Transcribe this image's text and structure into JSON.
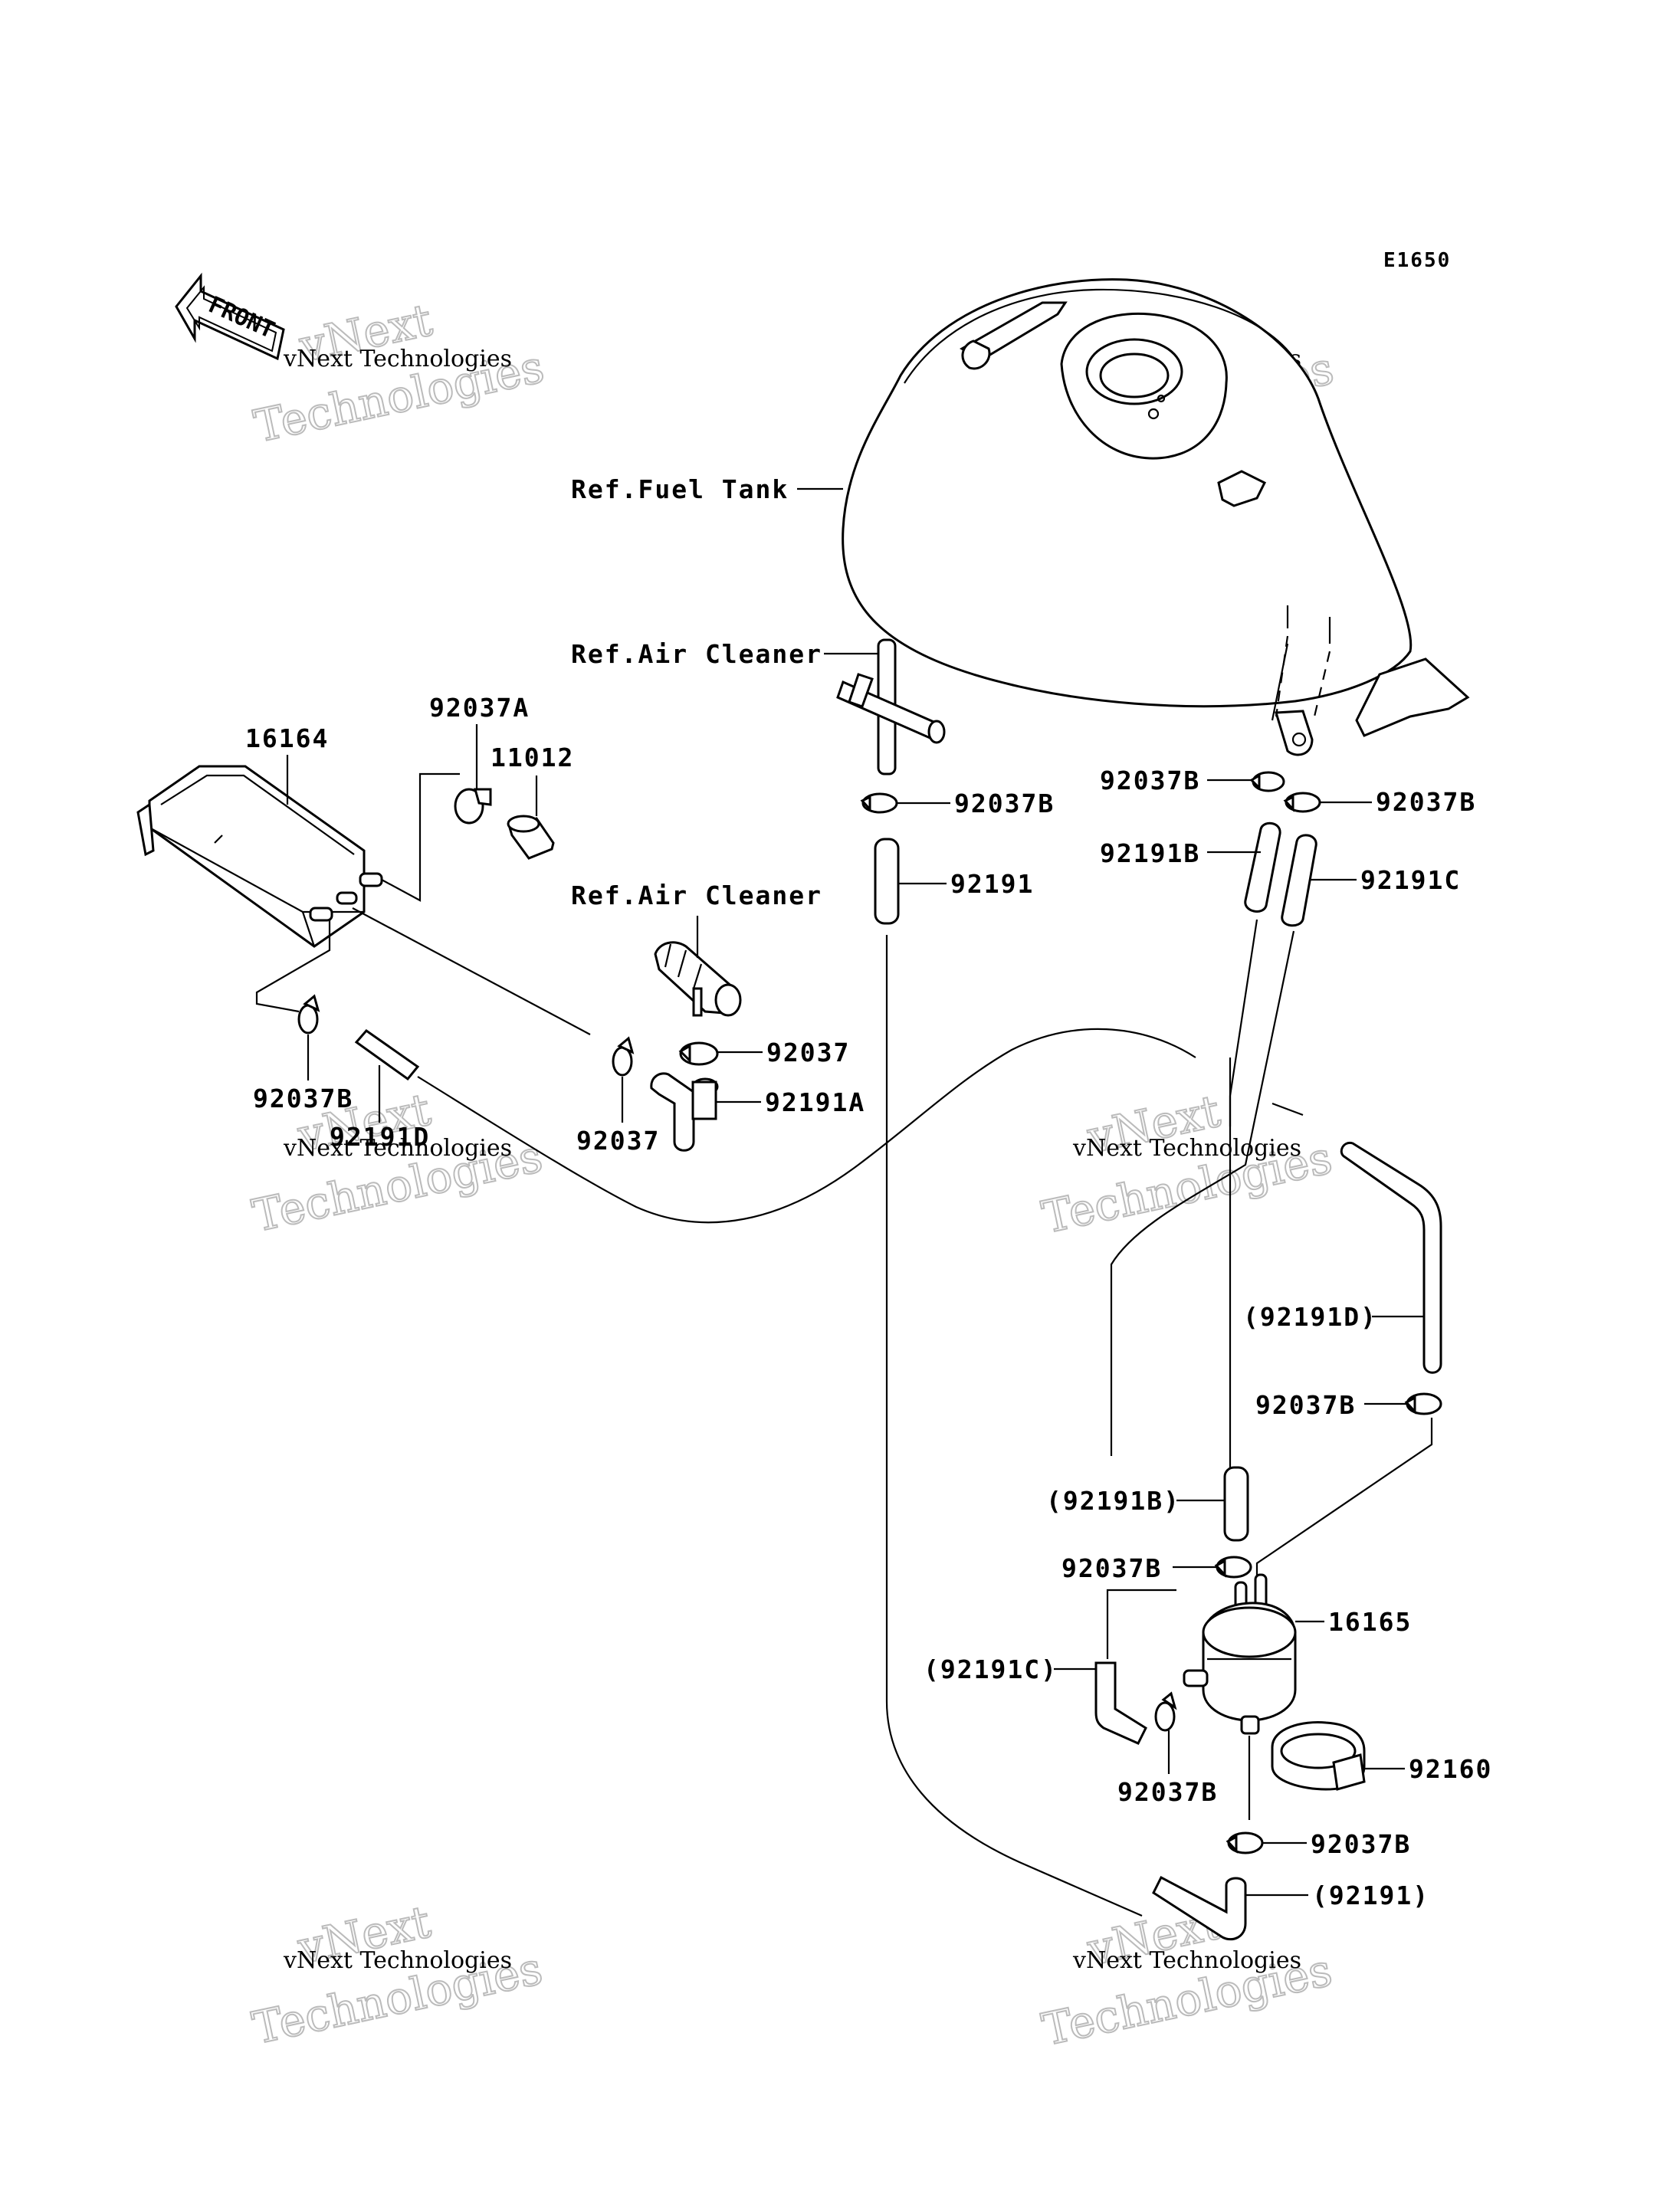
{
  "diagram_code": "E1650",
  "front_arrow_label": "FRONT",
  "watermark": {
    "small": "vNext Technologies",
    "line1": "vNext",
    "line2": "Technologies"
  },
  "labels": {
    "ref_fuel_tank": "Ref.Fuel Tank",
    "ref_air_cleaner_top": "Ref.Air Cleaner",
    "ref_air_cleaner_mid": "Ref.Air Cleaner",
    "p16164": "16164",
    "p92037A": "92037A",
    "p11012": "11012",
    "p92037B_left": "92037B",
    "p92191D_left": "92191D",
    "p92037_left": "92037",
    "p92037_right": "92037",
    "p92191A": "92191A",
    "p92037B_top": "92037B",
    "p92191": "92191",
    "p92037B_tank_left": "92037B",
    "p92037B_tank_right": "92037B",
    "p92191B": "92191B",
    "p92191C": "92191C",
    "p92191D_paren": "(92191D)",
    "p92037B_mid": "92037B",
    "p92191B_paren": "(92191B)",
    "p92037B_filter_top": "92037B",
    "p16165": "16165",
    "p92191C_paren": "(92191C)",
    "p92037B_filter_left": "92037B",
    "p92160": "92160",
    "p92037B_bottom": "92037B",
    "p92191_paren": "(92191)"
  }
}
